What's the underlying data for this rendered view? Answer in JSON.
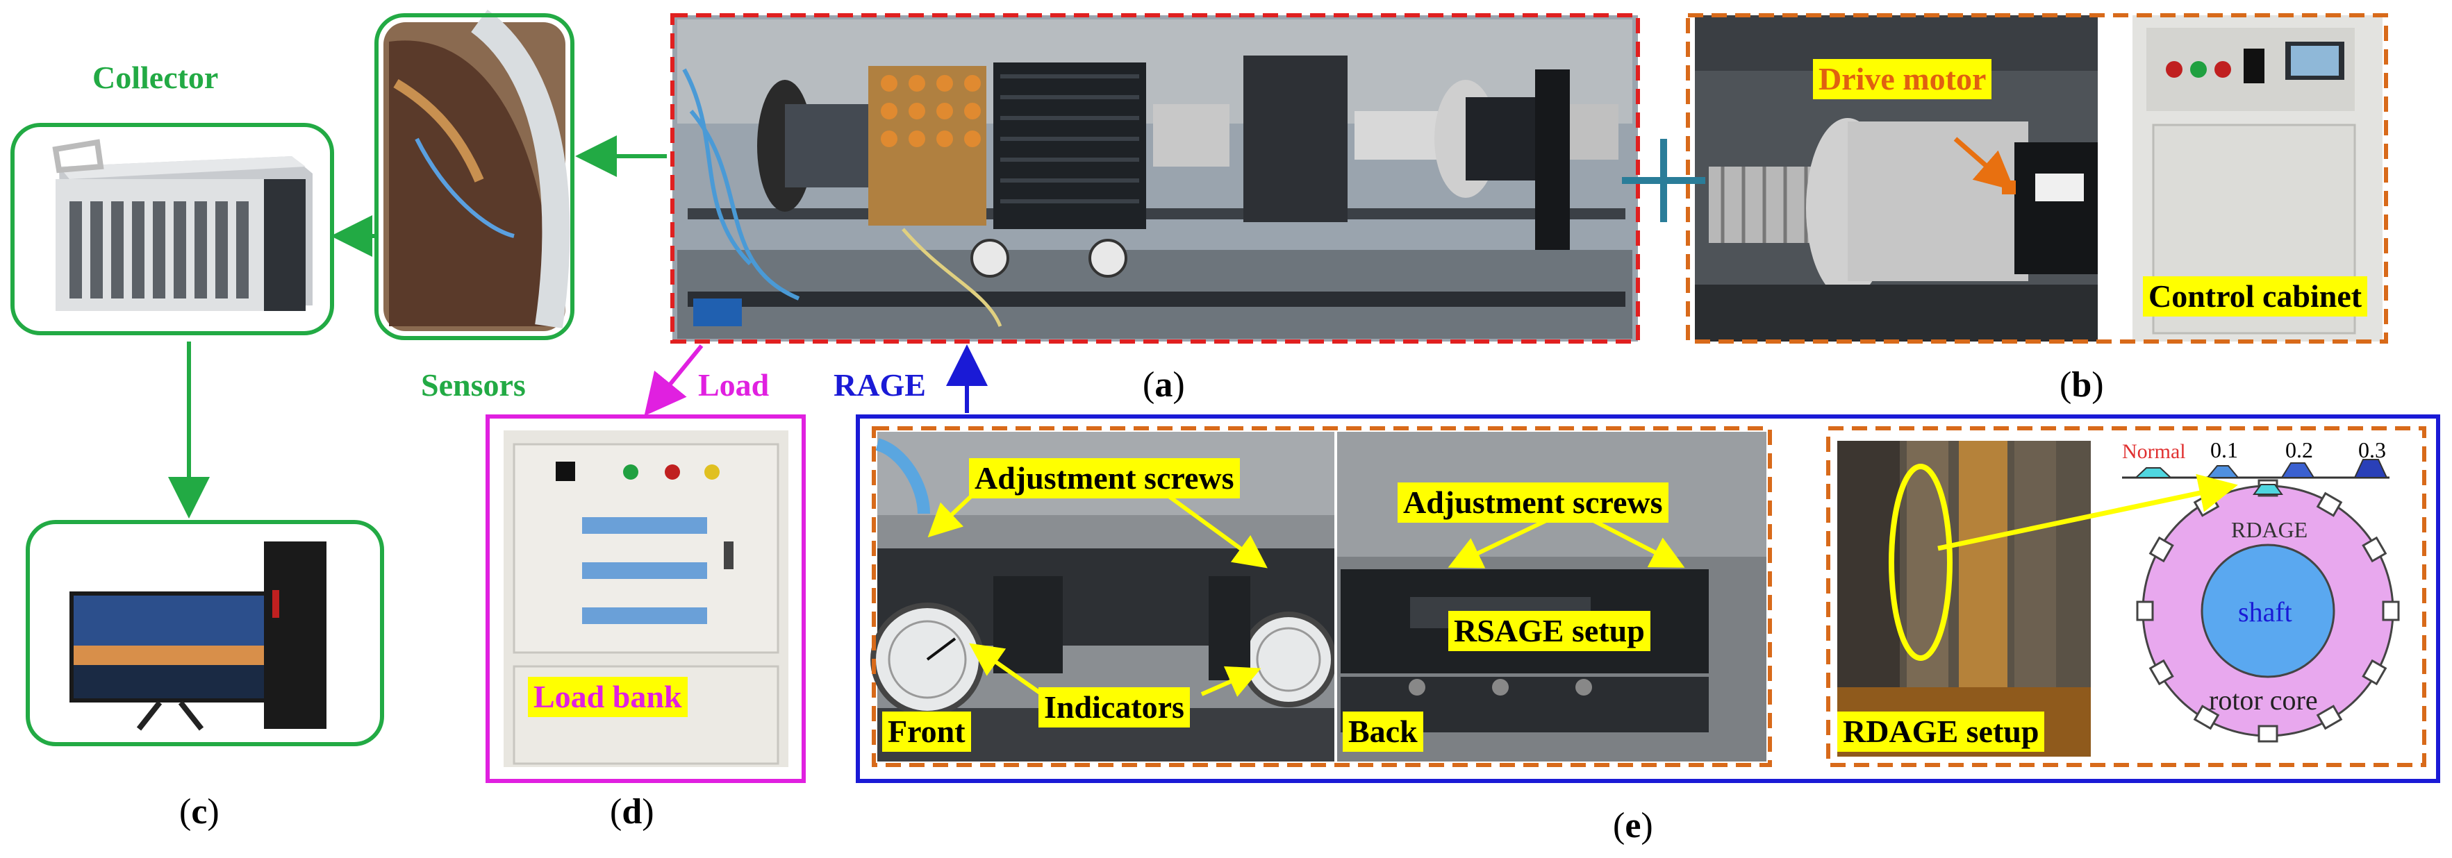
{
  "colors": {
    "green": "#22aa44",
    "magenta": "#e020e0",
    "blue": "#1a1ad6",
    "red_dash": "#e02020",
    "orange_dash": "#d86a1a",
    "label_bg": "#ffff00",
    "plus": "#2a7d99",
    "rotor_fill": "#e8a8ee",
    "shaft_fill": "#5aa8f0",
    "normal_text": "#e03030"
  },
  "panels": {
    "a": {
      "caption_open": "(",
      "caption_letter": "a",
      "caption_close": ")"
    },
    "b": {
      "caption_open": "(",
      "caption_letter": "b",
      "caption_close": ")",
      "drive_motor": "Drive motor",
      "control_cabinet": "Control cabinet"
    },
    "c": {
      "caption_open": "(",
      "caption_letter": "c",
      "caption_close": ")",
      "collector": "Collector"
    },
    "d": {
      "caption_open": "(",
      "caption_letter": "d",
      "caption_close": ")",
      "load_bank": "Load bank"
    },
    "e": {
      "caption_open": "(",
      "caption_letter": "e",
      "caption_close": ")",
      "adjustment_screws_front": "Adjustment screws",
      "adjustment_screws_back": "Adjustment screws",
      "indicators": "Indicators",
      "front": "Front",
      "back": "Back",
      "rsage_setup": "RSAGE setup",
      "rdage_setup": "RDAGE setup",
      "scale": {
        "normal": "Normal",
        "v1": "0.1",
        "v2": "0.2",
        "v3": "0.3"
      },
      "rotor": {
        "rdage": "RDAGE",
        "shaft": "shaft",
        "rotor_core": "rotor core"
      }
    }
  },
  "flow_labels": {
    "sensors": "Sensors",
    "load": "Load",
    "rage": "RAGE"
  },
  "icons": [
    "arrow-left-icon",
    "arrow-down-icon",
    "arrow-up-icon",
    "plus-icon"
  ]
}
